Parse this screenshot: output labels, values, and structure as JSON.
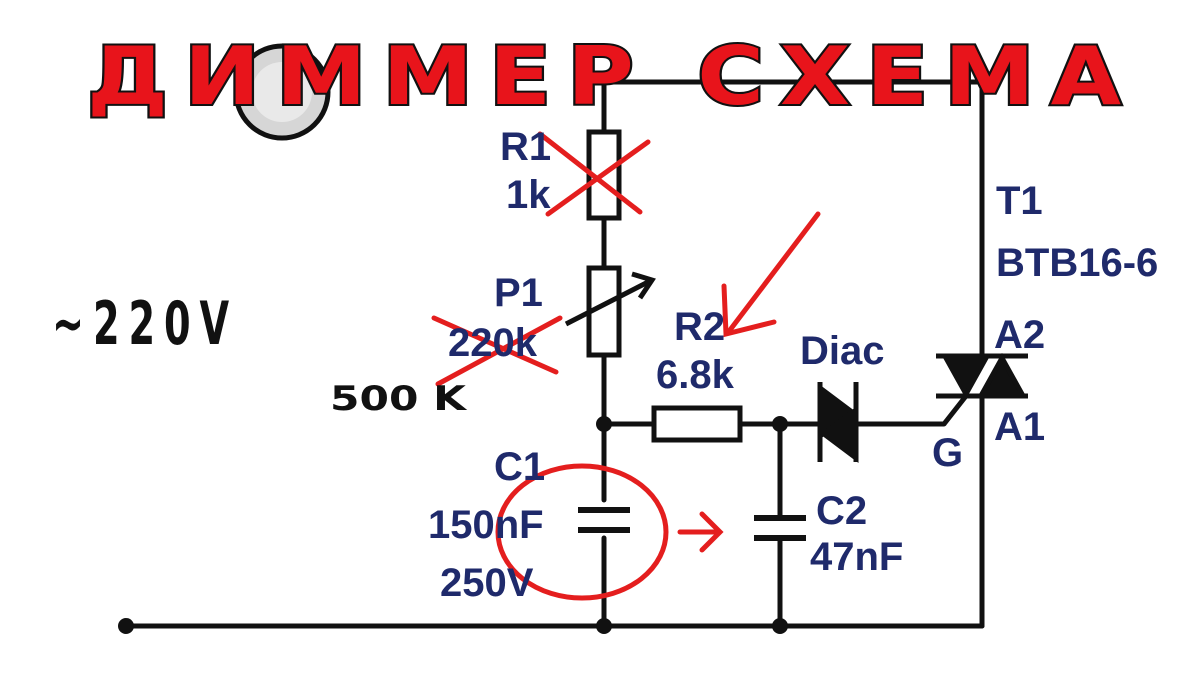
{
  "title": "ДИММЕР СХЕМА",
  "mains_voltage": "~220V",
  "components": {
    "r1": {
      "name": "R1",
      "value": "1k"
    },
    "p1": {
      "name": "P1",
      "value": "220k",
      "replacement_value": "500 K"
    },
    "r2": {
      "name": "R2",
      "value": "6.8k"
    },
    "diac": {
      "name": "Diac"
    },
    "c1": {
      "name": "C1",
      "value": "150nF",
      "voltage": "250V"
    },
    "c2": {
      "name": "C2",
      "value": "47nF"
    },
    "t1": {
      "name": "T1",
      "part": "BTB16-6",
      "pin_a2": "A2",
      "pin_a1": "A1",
      "pin_g": "G"
    }
  },
  "colors": {
    "title_fill": "#e8141b",
    "title_outline": "#111111",
    "label": "#1f2a6b",
    "annotation": "#e41e1e",
    "wire": "#111111"
  }
}
